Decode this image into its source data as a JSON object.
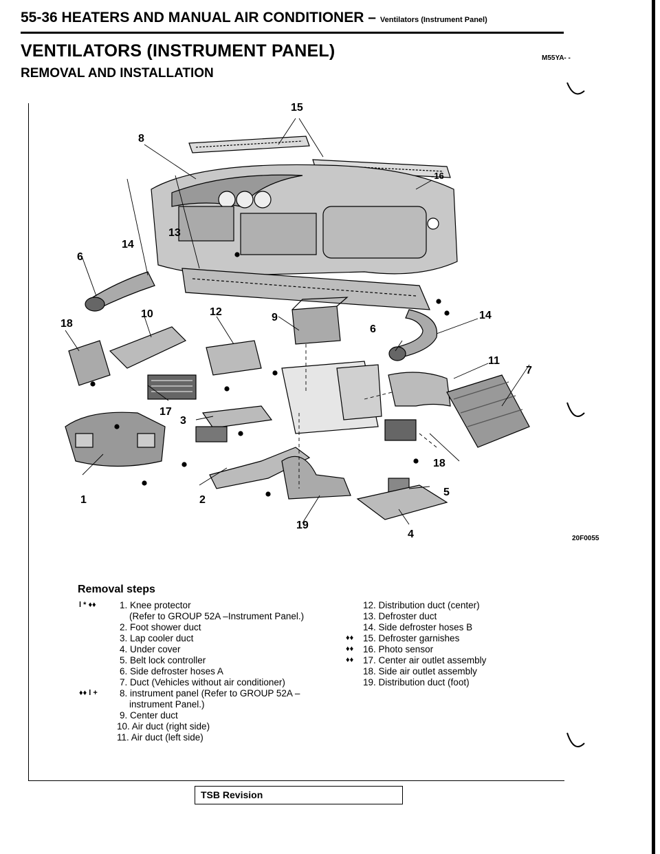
{
  "header": {
    "section": "55-36 HEATERS AND MANUAL AIR CONDITIONER –",
    "subsection": "Ventilators (Instrument Panel)"
  },
  "title": "VENTILATORS (INSTRUMENT PANEL)",
  "doc_code": "M55YA- -",
  "subtitle": "REMOVAL AND INSTALLATION",
  "figure": {
    "code": "20F0055",
    "callouts": [
      "15",
      "8",
      "-16",
      "13",
      "14",
      "6",
      "18",
      "10",
      "12",
      "9",
      "14",
      "6",
      "11",
      "7",
      "17",
      "3",
      "18",
      "1",
      "2",
      "5",
      "19",
      "4"
    ]
  },
  "steps": {
    "title": "Removal steps",
    "left_marks": [
      "l * ♦♦",
      "♦♦ l +"
    ],
    "right_marks": [
      "♦♦",
      "♦♦",
      "♦♦"
    ],
    "left": [
      "1. Knee protector",
      "(Refer to GROUP 52A –Instrument Panel.)",
      "2. Foot shower duct",
      "3. Lap cooler duct",
      "4. Under cover",
      "5. Belt lock controller",
      "6. Side defroster hoses A",
      "7. Duct (Vehicles without air conditioner)",
      "8. instrument panel (Refer to GROUP 52A –",
      "instrument Panel.)",
      "9. Center duct",
      "10. Air duct (right side)",
      "11. Air duct (left side)"
    ],
    "right": [
      "12. Distribution duct (center)",
      "13. Defroster duct",
      "14. Side defroster hoses B",
      "15. Defroster garnishes",
      "16. Photo sensor",
      "17. Center air outlet assembly",
      "18. Side air outlet assembly",
      "19. Distribution duct (foot)"
    ]
  },
  "footer": {
    "tsb": "TSB Revision"
  }
}
